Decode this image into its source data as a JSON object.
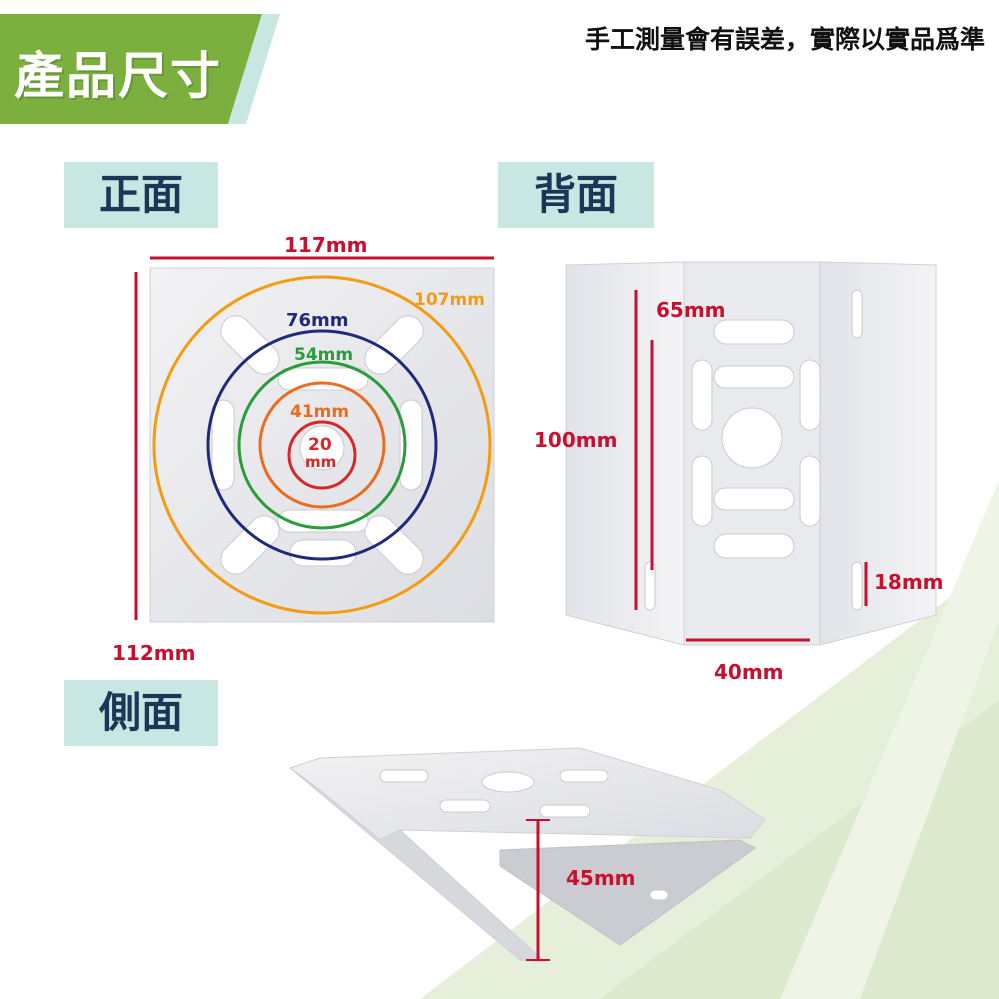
{
  "header": {
    "title": "產品尺寸",
    "disclaimer": "手工測量會有誤差，實際以實品爲準"
  },
  "sections": {
    "front": "正面",
    "back": "背面",
    "side": "側面"
  },
  "front_dims": {
    "width": "117mm",
    "height": "112mm",
    "circle_1": "107mm",
    "circle_2": "76mm",
    "circle_3": "54mm",
    "circle_4": "41mm",
    "circle_5_line1": "20",
    "circle_5_line2": "mm"
  },
  "back_dims": {
    "inner_height": "65mm",
    "height": "100mm",
    "slot": "18mm",
    "width": "40mm"
  },
  "side_dims": {
    "depth": "45mm"
  },
  "colors": {
    "brand_green": "#7bb03f",
    "tag_bg": "#c8e7e3",
    "red": "#c8102e",
    "orange_circle": "#f39c12",
    "navy_circle": "#1f2a7a",
    "green_circle": "#2a9d3a",
    "orange2_circle": "#ec6b1d",
    "red_circle": "#d62828"
  }
}
